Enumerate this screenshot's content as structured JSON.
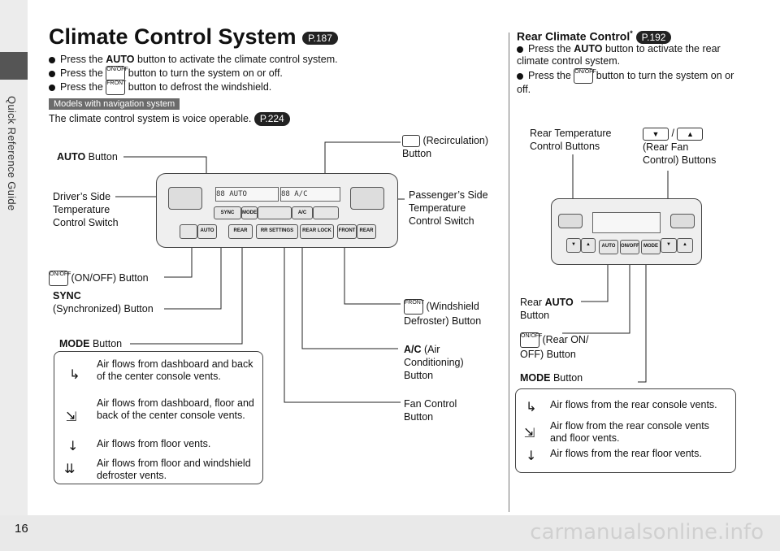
{
  "sidebar": {
    "label": "Quick Reference Guide"
  },
  "page_number": "16",
  "watermark": "carmanualsonline.info",
  "left": {
    "title": "Climate Control System",
    "title_ref": "P.187",
    "bullets": [
      {
        "pre": "Press the ",
        "bold": "AUTO",
        "post": " button to activate the climate control system."
      },
      {
        "pre": "Press the ",
        "icon": "ON/OFF",
        "post": " button to turn the system on or off."
      },
      {
        "pre": "Press the ",
        "icon": "FRONT",
        "post": " button to defrost the windshield."
      }
    ],
    "nav_tag": "Models with navigation system",
    "voice_text": "The climate control system is voice operable.",
    "voice_ref": "P.224",
    "labels": {
      "auto": {
        "bold": "AUTO",
        "text": " Button"
      },
      "recirc": {
        "l1": " (Recirculation)",
        "l2": "Button"
      },
      "driver": {
        "l1": "Driver’s Side",
        "l2": "Temperature",
        "l3": "Control Switch"
      },
      "passenger": {
        "l1": "Passenger’s Side",
        "l2": "Temperature",
        "l3": "Control Switch"
      },
      "onoff": {
        "text": " (ON/OFF) Button"
      },
      "sync": {
        "l1": "SYNC",
        "l2": "(Synchronized) Button"
      },
      "windshield": {
        "l1": " (Windshield",
        "l2": "Defroster) Button"
      },
      "mode": {
        "bold": "MODE",
        "text": " Button"
      },
      "ac": {
        "bold": "A/C",
        "l1": " (Air",
        "l2": "Conditioning)",
        "l3": "Button"
      },
      "fan": {
        "l1": "Fan Control",
        "l2": "Button"
      }
    },
    "panel": {
      "lcd_left": "88 AUTO",
      "lcd_right": "88 A/C",
      "btn_sync": "SYNC",
      "btn_mode": "MODE",
      "btn_ac": "A/C",
      "btn_auto": "AUTO",
      "btn_rear": "REAR",
      "btn_rr": "RR SETTINGS",
      "btn_rearlock": "REAR LOCK",
      "btn_front": "FRONT"
    },
    "legend": [
      "Air flows from dashboard and back of the center console vents.",
      "Air flows from dashboard, floor and back of the center console vents.",
      "Air flows from floor vents.",
      "Air flows from floor and windshield defroster vents."
    ]
  },
  "right": {
    "title": "Rear Climate Control",
    "title_ref": "P.192",
    "bullets": [
      {
        "pre": "Press the ",
        "bold": "AUTO",
        "post": " button to activate the rear climate control system."
      },
      {
        "pre": "Press the ",
        "icon": "ON/OFF",
        "post": " button to turn the system on or off."
      }
    ],
    "labels": {
      "rear_temp": {
        "l1": "Rear Temperature",
        "l2": "Control Buttons"
      },
      "rear_fan": {
        "l1": "(Rear Fan",
        "l2": "Control) Buttons"
      },
      "rear_auto": {
        "pre": "Rear ",
        "bold": "AUTO",
        "l2": "Button"
      },
      "rear_onoff": {
        "l1": " (Rear ON/",
        "l2": "OFF) Button"
      },
      "rear_mode": {
        "bold": "MODE",
        "text": " Button"
      }
    },
    "panel": {
      "btn_auto": "AUTO",
      "btn_onoff": "ON/OFF",
      "btn_mode": "MODE"
    },
    "legend": [
      "Air flows from the rear console vents.",
      "Air flow from the rear console vents and floor vents.",
      "Air flows from the rear floor vents."
    ]
  }
}
